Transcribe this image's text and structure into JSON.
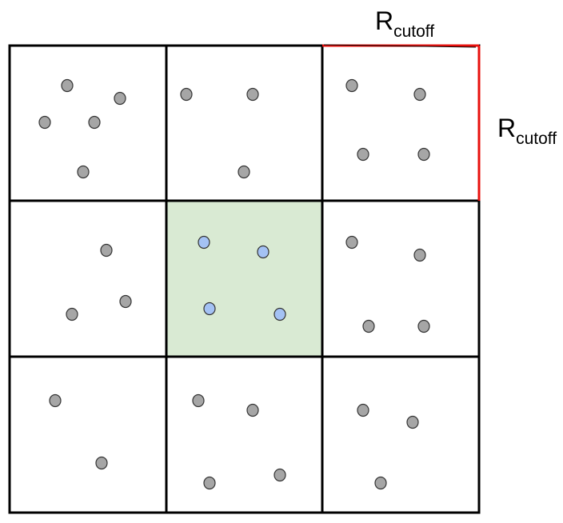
{
  "labels": {
    "top_symbol": "R",
    "top_subscript": "cutoff",
    "right_symbol": "R",
    "right_subscript": "cutoff"
  },
  "colors": {
    "grid_line": "#000000",
    "highlight_cell_fill": "#d9ead3",
    "highlight_edge": "#e8100d",
    "particle_gray": "#a6a6a6",
    "particle_blue": "#a4c2f4",
    "particle_stroke": "#333333"
  },
  "grid": {
    "rows": 3,
    "cols": 3,
    "highlighted_cell": {
      "row": 1,
      "col": 1
    }
  },
  "particles_per_cell": [
    [
      5,
      3,
      4
    ],
    [
      3,
      4,
      4
    ],
    [
      2,
      4,
      3
    ]
  ]
}
